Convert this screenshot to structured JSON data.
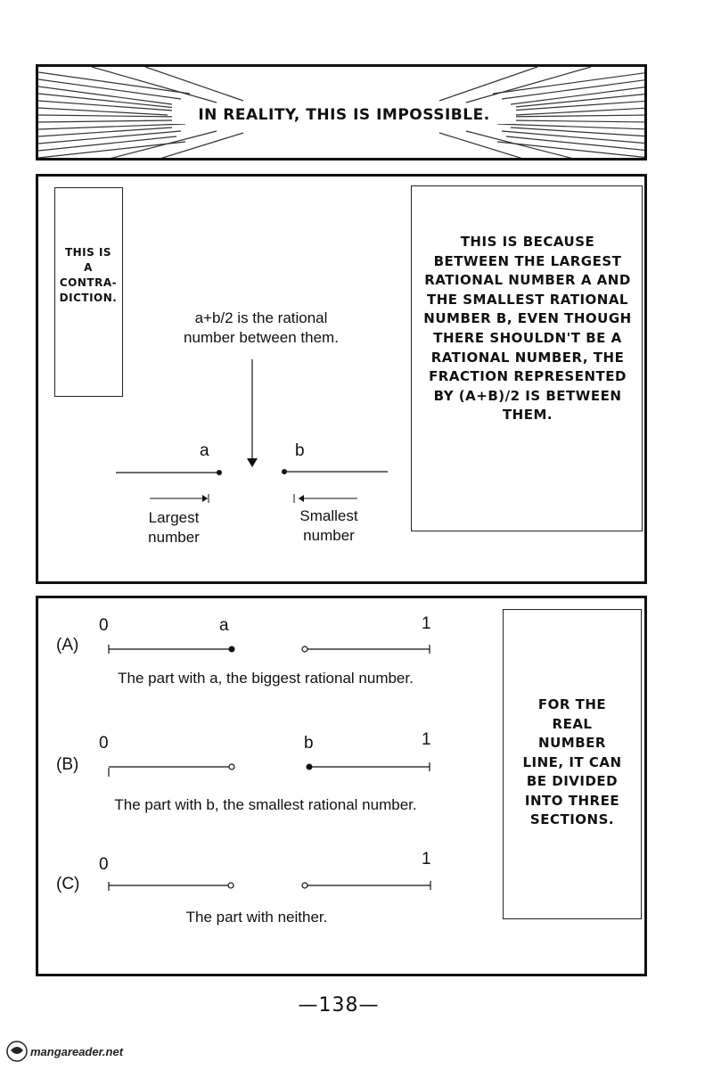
{
  "panel1": {
    "text": "IN REALITY, THIS IS IMPOSSIBLE."
  },
  "panel2": {
    "left_box": "THIS IS A CONTRA- DICTION.",
    "caption": "a+b/2 is the rational number between them.",
    "label_a": "a",
    "label_b": "b",
    "largest": "Largest number",
    "smallest": "Smallest number",
    "right_box": "THIS IS BECAUSE BETWEEN THE LARGEST RATIONAL NUMBER a AND THE SMALLEST RATIONAL NUMBER b, EVEN THOUGH THERE SHOULDN'T BE A RATIONAL NUMBER, THE FRACTION REPRESENTED BY (a+b)/2 IS BETWEEN THEM."
  },
  "panel3": {
    "rows": [
      {
        "tag": "(A)",
        "zero": "0",
        "mid": "a",
        "one": "1",
        "caption": "The part with a, the biggest rational number."
      },
      {
        "tag": "(B)",
        "zero": "0",
        "mid": "b",
        "one": "1",
        "caption": "The part with b, the smallest rational number."
      },
      {
        "tag": "(C)",
        "zero": "0",
        "mid": "",
        "one": "1",
        "caption": "The part with neither."
      }
    ],
    "right_box": "FOR THE REAL NUMBER LINE, IT CAN BE DIVIDED INTO THREE SECTIONS."
  },
  "page_number": "—138—",
  "watermark": "mangareader.net"
}
